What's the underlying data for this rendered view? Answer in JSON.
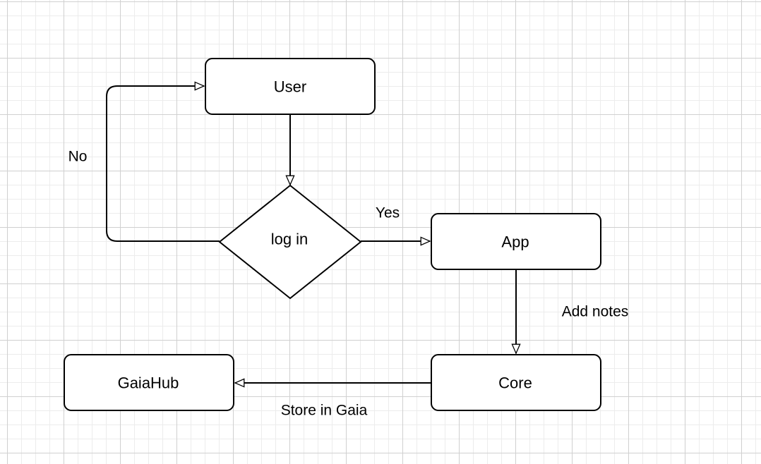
{
  "nodes": {
    "user": "User",
    "login": "log in",
    "app": "App",
    "core": "Core",
    "gaiahub": "GaiaHub"
  },
  "edges": {
    "no": "No",
    "yes": "Yes",
    "add_notes": "Add notes",
    "store_in_gaia": "Store in Gaia"
  },
  "colors": {
    "stroke": "#000000",
    "fill": "#ffffff",
    "arrowhead": "#ffffff"
  }
}
